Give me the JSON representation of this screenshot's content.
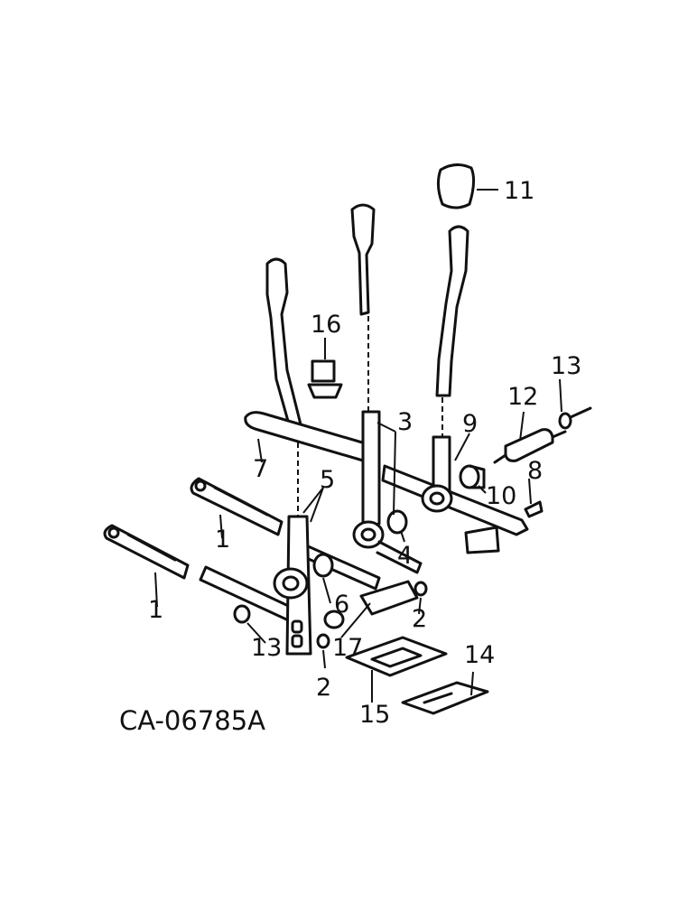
{
  "figure_code": "CA-06785A",
  "callouts": {
    "c1a": "1",
    "c1b": "1",
    "c2a": "2",
    "c2b": "2",
    "c3": "3",
    "c4": "4",
    "c5": "5",
    "c6": "6",
    "c7": "7",
    "c8": "8",
    "c9": "9",
    "c10": "10",
    "c11": "11",
    "c12": "12",
    "c13a": "13",
    "c13b": "13",
    "c14": "14",
    "c15": "15",
    "c16": "16",
    "c17": "17"
  }
}
